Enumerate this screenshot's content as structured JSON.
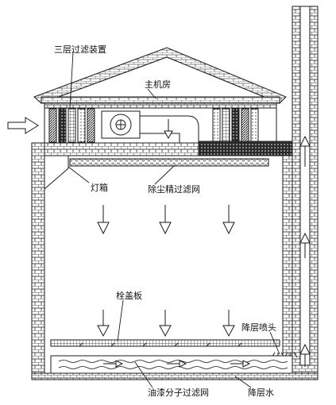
{
  "labels": {
    "three_layer_filter": "三层过滤装置",
    "main_engine_room": "主机房",
    "light_box": "灯箱",
    "dust_fine_filter": "除尘精过滤网",
    "grille_cover": "栓盖板",
    "lowering_nozzle": "降层喷头",
    "paint_mist_filter": "油漆分子过滤网",
    "water_layer": "降层水"
  },
  "colors": {
    "line": "#1a1a1a",
    "hatch_dark": "#2a2a2a",
    "gravel": "#555555",
    "background": "#ffffff"
  }
}
